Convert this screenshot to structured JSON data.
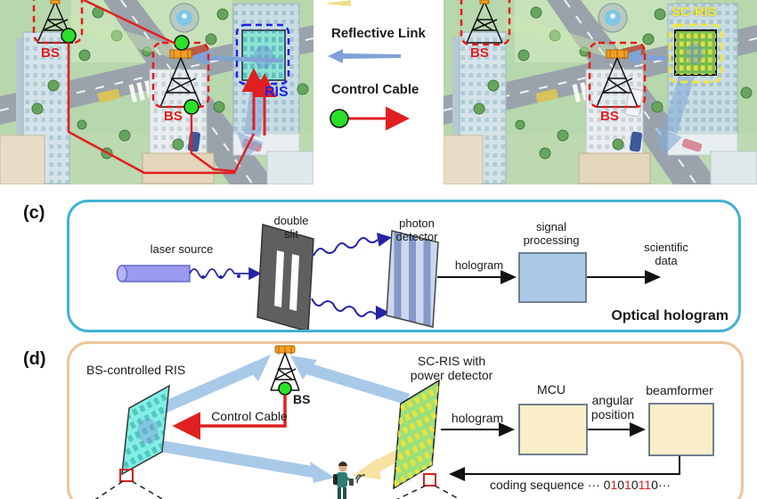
{
  "figure": {
    "panel_c_tag": "(c)",
    "panel_d_tag": "(d)"
  },
  "legend": {
    "reflective_link": "Reflective Link",
    "control_cable": "Control Cable"
  },
  "scene_left": {
    "bs_top": "BS",
    "bs_center": "BS",
    "ris": "RIS"
  },
  "scene_right": {
    "bs_top": "BS",
    "bs_center": "BS",
    "scris": "SC-RIS"
  },
  "panel_c": {
    "laser_source": "laser source",
    "double_slit": "double\nslit",
    "photon_detector": "photon\ndetector",
    "hologram": "hologram",
    "signal_processing": "signal\nprocessing",
    "scientific_data": "scientific\ndata",
    "caption": "Optical hologram"
  },
  "panel_d": {
    "bs_controlled_ris": "BS-controlled RIS",
    "control_cable": "Control Cable",
    "bs": "BS",
    "scris_label": "SC-RIS with\npower detector",
    "hologram": "hologram",
    "mcu": "MCU",
    "angular_position": "angular\nposition",
    "beamformer": "beamformer",
    "coding_prefix": "coding sequence ···",
    "digits": [
      "0",
      "1",
      "0",
      "1",
      "0",
      "1",
      "1",
      "0"
    ],
    "coding_suffix": "···"
  },
  "colors": {
    "panel_c_border": "#41b1d5",
    "panel_d_border": "#eec49a",
    "red_accent": "#e02020",
    "ris_dashed_blue": "#2020e8",
    "scris_dashed_yellow": "#f0e838",
    "reflective_blue": "#7fa3d6",
    "beam_yellow": "#f6e2a2",
    "green_dot": "#2ae02a"
  }
}
